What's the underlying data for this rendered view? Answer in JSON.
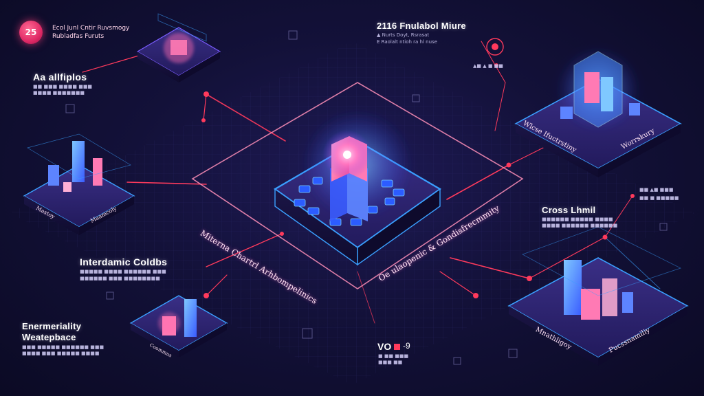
{
  "colors": {
    "accent_pink": "#ff4f86",
    "accent_blue": "#3aa0ff",
    "neon_red": "#ff3a5c",
    "background": "#0d0c28"
  },
  "logo": {
    "badge": "25",
    "line1": "Ecol Junl Cntir Ruvsmogy",
    "line2": "Rubladfas Furuts"
  },
  "top_center": {
    "title": "2116 Fnulabol Miure",
    "line1": "▲ Nurts Doyt, Rsrasat",
    "line2": "E Raolalt ntioh ra hl nuse"
  },
  "right_small": {
    "a": "▲■ ▲ ■ ■■",
    "b": "■■ ▲■ ■■■"
  },
  "left_top": {
    "title": "Aa allfiplos",
    "caption1": "■■ ■■■ ■■■■ ■■■",
    "caption2": "■■■■ ■■■■■■■"
  },
  "left_mid": {
    "title": "Interdamic Coldbs",
    "caption1": "■■■■■ ■■■■ ■■■■■■ ■■■",
    "caption2": "■■■■■■ ■■■ ■■■■■■■■"
  },
  "left_bottom": {
    "title1": "Enermeriality",
    "title2": "Weatepbace",
    "caption1": "■■■ ■■■■■ ■■■■■■ ■■■",
    "caption2": "■■■■ ■■■ ■■■■■ ■■■■"
  },
  "right_mid": {
    "title": "Cross Lhmil",
    "small": "■■ ■ ■■■■■",
    "caption1": "■■■■■■ ■■■■■ ■■■■",
    "caption2": "■■■■ ■■■■■■ ■■■■■■"
  },
  "center_labels": {
    "left": "Miterna Chartrl Arhbompelinics",
    "right": "Oe ulaopenic & Gondisfrecmmity"
  },
  "panel_labels": {
    "left_top_left": "Mastoy",
    "left_top_right": "Maamcoly",
    "right_top_left": "Wlcse Ifuctrstiny",
    "right_top_right": "Worrskury",
    "right_bottom_left": "Mnathligoy",
    "right_bottom_right": "Pucssnamiliy",
    "bottom_left_platform": "Coommus"
  },
  "bottom_center": {
    "code": "VO",
    "code2": "-9",
    "caption1": "■ ■■ ■■■",
    "caption2": "■■■ ■■"
  }
}
